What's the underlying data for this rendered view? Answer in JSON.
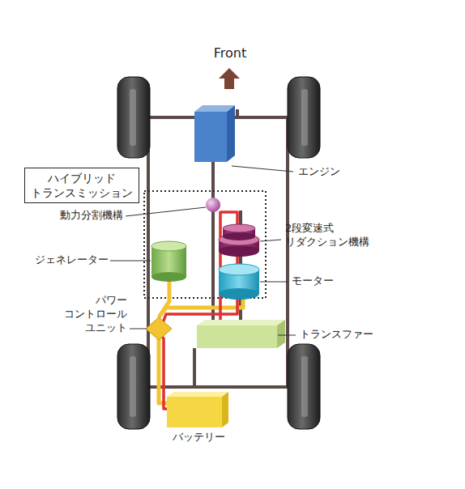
{
  "diagram": {
    "nodes": [
      {
        "text": [
          "ハイブリッド トランスミッション"
        ]
      }
    ],
    "labels": [
      "Front",
      "エンジン",
      "動力分割機構",
      "2段変速式 リダクション機構",
      "ジェネレーター",
      "モーター",
      "パワー コントロール ユニット",
      "トランスファー",
      "バッテリー"
    ]
  }
}
